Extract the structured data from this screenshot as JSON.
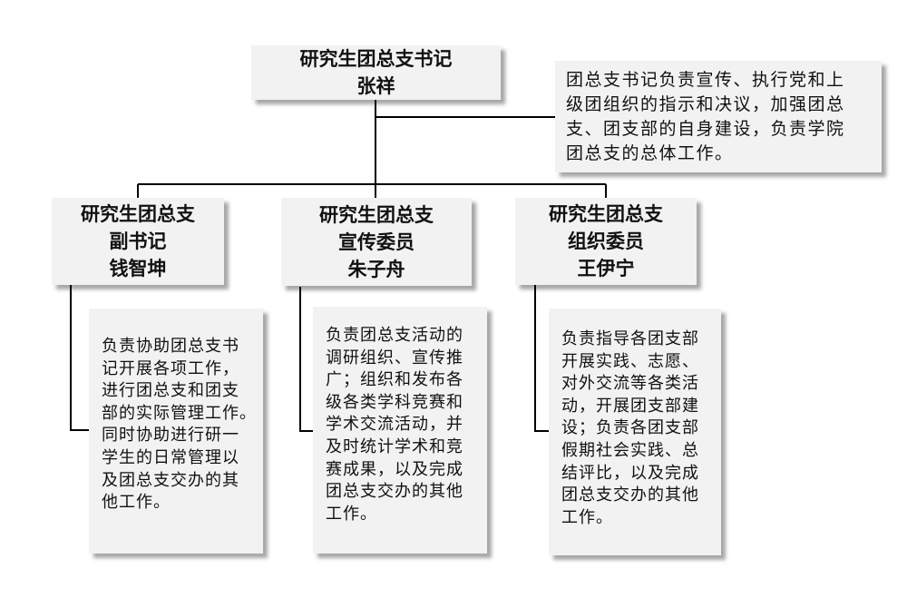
{
  "root": {
    "title": "研究生团总支书记",
    "name": "张祥",
    "description": "团总支书记负责宣传、执行党和上级团组织的指示和决议，加强团总支、团支部的自身建设，负责学院团总支的总体工作。",
    "description_lines": [
      "团总支书记负责宣传、执行党和上",
      "级团组织的指示和决议，加强团总",
      "支、团支部的自身建设，负责学院",
      "团总支的总体工作。"
    ]
  },
  "children": [
    {
      "title": "研究生团总支",
      "role": "副书记",
      "name": "钱智坤",
      "description_lines": [
        "负责协助团总支书",
        "记开展各项工作，",
        "进行团总支和团支",
        "部的实际管理工作。",
        "同时协助进行研一",
        "学生的日常管理以",
        "及团总支交办的其",
        "他工作。"
      ]
    },
    {
      "title": "研究生团总支",
      "role": "宣传委员",
      "name": "朱子舟",
      "description_lines": [
        "负责团总支活动的",
        "调研组织、宣传推",
        "广；组织和发布各",
        "级各类学科竞赛和",
        "学术交流活动，并",
        "及时统计学术和竞",
        "赛成果，以及完成",
        "团总支交办的其他",
        "工作。"
      ]
    },
    {
      "title": "研究生团总支",
      "role": "组织委员",
      "name": "王伊宁",
      "description_lines": [
        "负责指导各团支部",
        "开展实践、志愿、",
        "对外交流等各类活",
        "动，开展团支部建",
        "设；负责各团支部",
        "假期社会实践、总",
        "结评比，以及完成",
        "团总支交办的其他",
        "工作。"
      ]
    }
  ]
}
